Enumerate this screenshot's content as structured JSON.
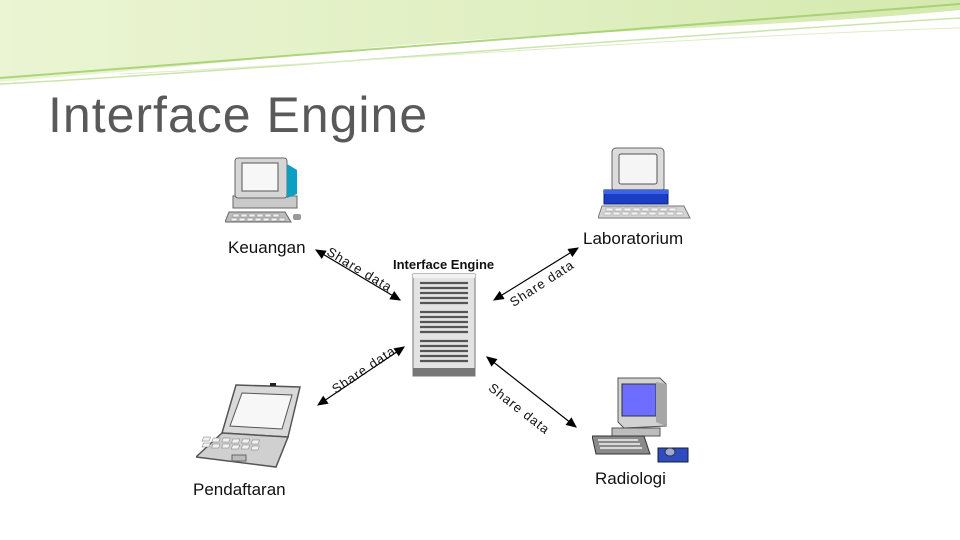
{
  "title": "Interface Engine",
  "center": {
    "label": "Interface Engine"
  },
  "nodes": {
    "keuangan": {
      "label": "Keuangan"
    },
    "laboratorium": {
      "label": "Laboratorium"
    },
    "pendaftaran": {
      "label": "Pendaftaran"
    },
    "radiologi": {
      "label": "Radiologi"
    }
  },
  "edges": {
    "keuangan": {
      "label": "Share data"
    },
    "laboratorium": {
      "label": "Share data"
    },
    "pendaftaran": {
      "label": "Share data"
    },
    "radiologi": {
      "label": "Share data"
    }
  },
  "colors": {
    "accent": "#8bc34a",
    "title": "#595959"
  }
}
